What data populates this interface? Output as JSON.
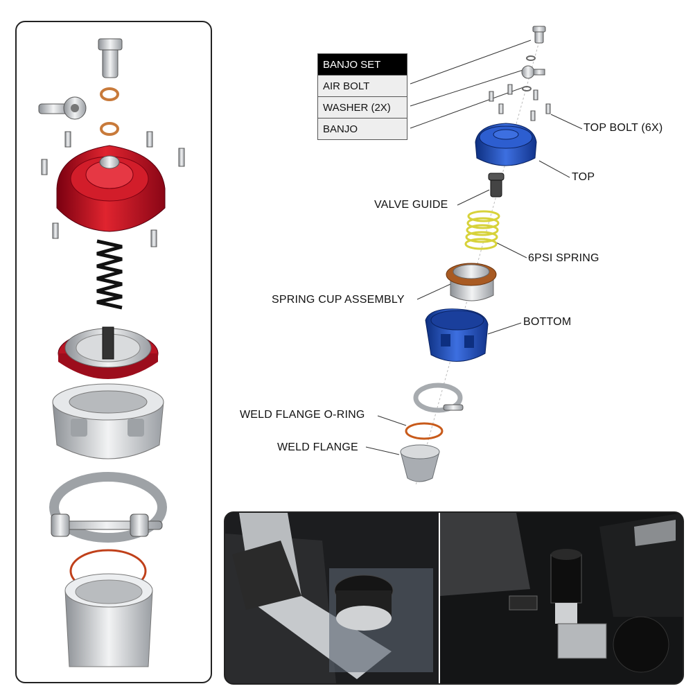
{
  "legend": {
    "rows": [
      {
        "label": "BANJO SET",
        "header": true
      },
      {
        "label": "AIR BOLT",
        "header": false
      },
      {
        "label": "WASHER (2X)",
        "header": false
      },
      {
        "label": "BANJO",
        "header": false
      }
    ]
  },
  "callouts": {
    "top_bolt": "TOP BOLT (6X)",
    "top": "TOP",
    "valve_guide": "VALVE GUIDE",
    "spring": "6PSI SPRING",
    "spring_cup": "SPRING CUP ASSEMBLY",
    "bottom": "BOTTOM",
    "o_ring": "WELD FLANGE O-RING",
    "weld_flange": "WELD FLANGE"
  },
  "colors": {
    "housing_red": "#c8102e",
    "housing_blue": "#1f4fb8",
    "spring_yellow": "#d7d23a",
    "o_ring": "#c85a1a",
    "aluminum": "#c9ccd0"
  }
}
